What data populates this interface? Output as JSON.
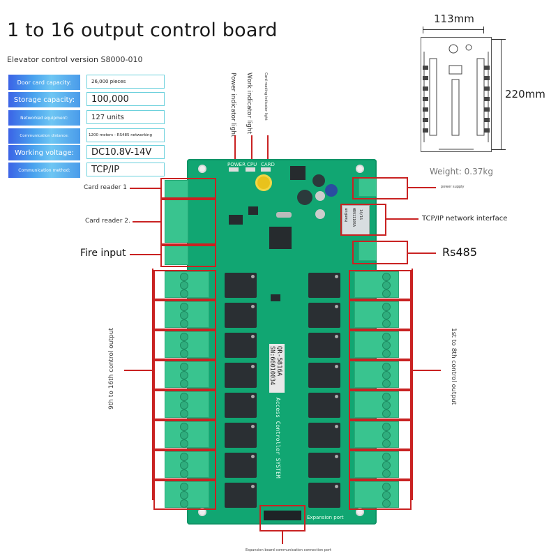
{
  "header": {
    "title": "1 to 16 output control board",
    "subtitle": "Elevator control version S8000-010"
  },
  "specs": [
    {
      "label": "Door card capacity:",
      "value": "26,000 pieces"
    },
    {
      "label": "Storage capacity:",
      "value": "100,000"
    },
    {
      "label": "Networked equipment:",
      "value": "127 units"
    },
    {
      "label": "Communication distance:",
      "value": "1200 meters - RS485 networking"
    },
    {
      "label": "Working voltage:",
      "value": "DC10.8V-14V"
    },
    {
      "label": "Communication method:",
      "value": "TCP/IP"
    }
  ],
  "indicators": {
    "power": "Power indicator light",
    "work": "Work indicator light",
    "card": "Card reading indicator light"
  },
  "silkscreen": {
    "power": "POWER",
    "cpu": "CPU",
    "card": "CARD",
    "model": "QR-5816A",
    "serial": "SN:66010034",
    "system": "Access Controller SYSTEM",
    "expansion": "Expansion port",
    "ethernet_brand": "HanRun",
    "ethernet_part": "HR911105A",
    "ethernet_date": "14/16"
  },
  "callouts": {
    "card_reader_1": "Card reader 1",
    "card_reader_2": "Card reader 2.",
    "fire_input": "Fire input",
    "power_supply": "power supply",
    "tcpip": "TCP/IP network interface",
    "rs485": "Rs485",
    "outputs_left": "9th to 16th control output",
    "outputs_right": "1st to 8th control output",
    "expansion_port": "Expansion board communication connection port"
  },
  "dimensions": {
    "width": "113mm",
    "height": "220mm",
    "weight": "Weight: 0.37kg"
  }
}
